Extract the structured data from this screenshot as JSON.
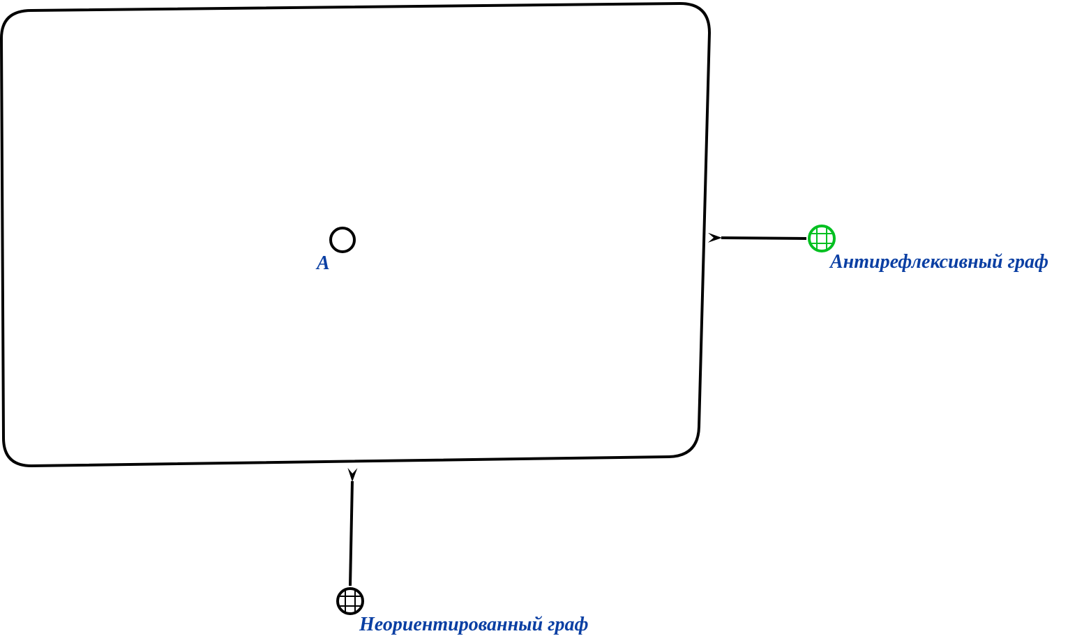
{
  "diagram": {
    "frame": {
      "stroke_color": "#000000"
    },
    "nodes": {
      "a": {
        "label": "A",
        "icon": "hollow-circle-icon",
        "stroke_color": "#000000"
      },
      "antireflexive": {
        "label": "Антирефлексивный граф",
        "icon": "grid-circle-icon",
        "stroke_color": "#00c020"
      },
      "undirected": {
        "label": "Неориентированный граф",
        "icon": "grid-circle-icon",
        "stroke_color": "#000000"
      }
    },
    "label_color": "#0a3fa3",
    "arrow_color": "#000000"
  }
}
